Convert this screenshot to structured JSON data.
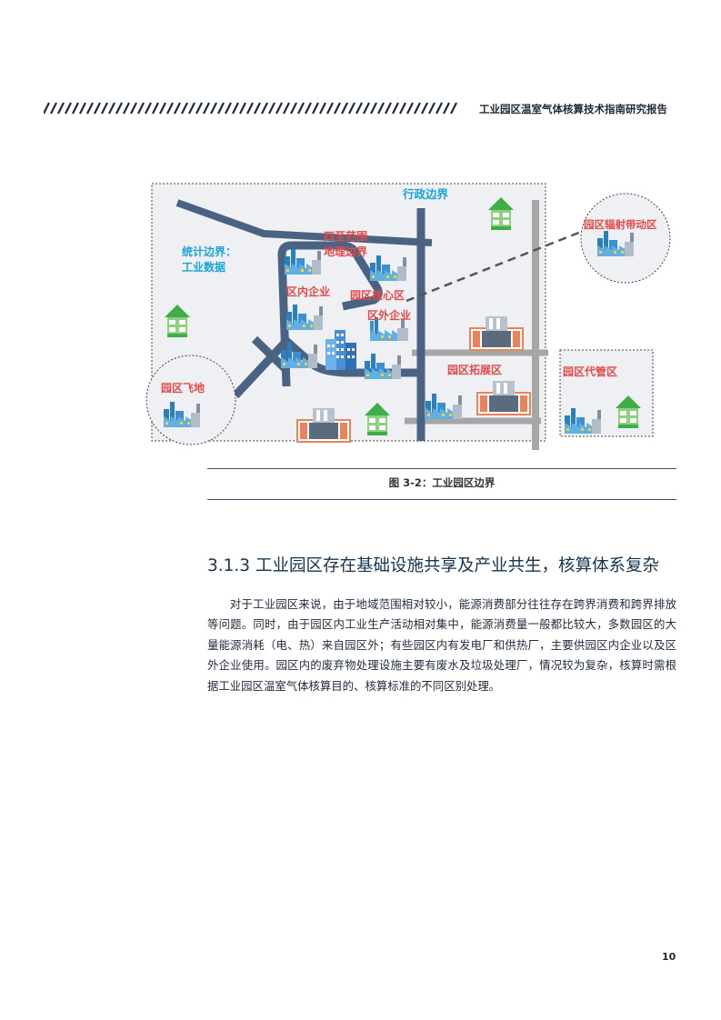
{
  "header": {
    "title": "工业园区温室气体核算技术指南研究报告"
  },
  "diagram": {
    "labels": {
      "admin_boundary": "行政边界",
      "stat_boundary_1": "统计边界：",
      "stat_boundary_2": "工业数据",
      "four_bounds_1": "四至范围",
      "four_bounds_2": "地理边界",
      "in_park_enterprise": "区内企业",
      "park_core": "园区核心区",
      "outside_enterprise": "区外企业",
      "radiation_zone": "园区辐射带动区",
      "enclave": "园区飞地",
      "expansion": "园区拓展区",
      "managed_zone": "园区代管区"
    },
    "colors": {
      "road": "#4a6382",
      "grey_road": "#a6a6a6",
      "red_label": "#e34a4a",
      "cyan_label": "#1aa3d6",
      "map_bg": "#eef0f4"
    }
  },
  "figure": {
    "caption": "图 3-2：工业园区边界"
  },
  "section": {
    "heading": "3.1.3  工业园区存在基础设施共享及产业共生，核算体系复杂",
    "paragraph": "对于工业园区来说，由于地域范围相对较小，能源消费部分往往存在跨界消费和跨界排放等问题。同时，由于园区内工业生产活动相对集中，能源消费量一般都比较大，多数园区的大量能源消耗（电、热）来自园区外；有些园区内有发电厂和供热厂，主要供园区内企业以及区外企业使用。园区内的废弃物处理设施主要有废水及垃圾处理厂，情况较为复杂，核算时需根据工业园区温室气体核算目的、核算标准的不同区别处理。"
  },
  "page": {
    "number": "10"
  }
}
